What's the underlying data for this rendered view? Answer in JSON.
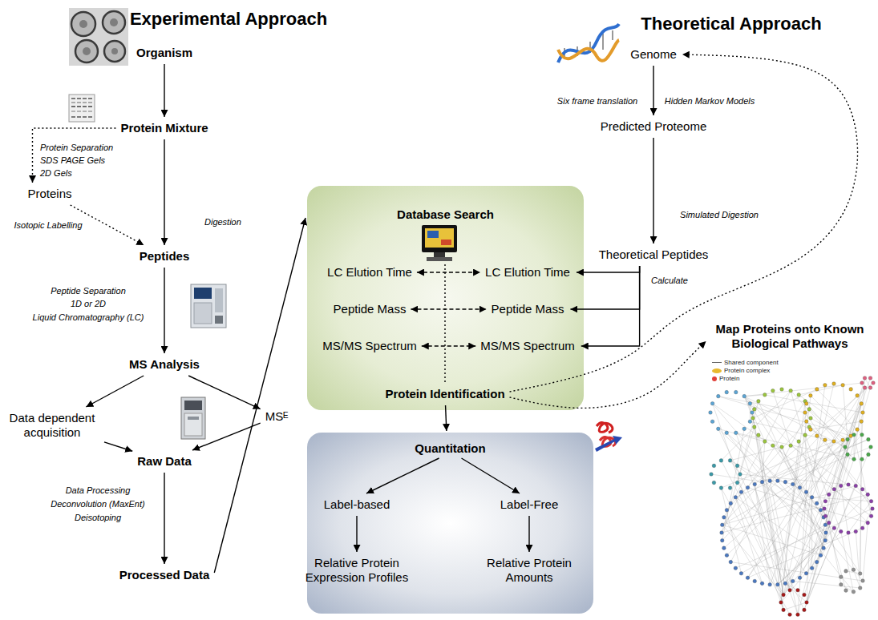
{
  "diagram": {
    "nodes": [
      {
        "text": [
          "Organism"
        ]
      },
      {
        "text": [
          "Protein Mixture"
        ]
      },
      {
        "text": [
          "Proteins"
        ]
      },
      {
        "text": [
          "Peptides"
        ]
      },
      {
        "text": [
          "MS Analysis"
        ]
      },
      {
        "text": [
          "Data dependent acquisition"
        ]
      },
      {
        "text": [
          "MSᴱ"
        ]
      },
      {
        "text": [
          "Raw Data"
        ]
      },
      {
        "text": [
          "Processed Data"
        ]
      },
      {
        "text": [
          "Database Search"
        ]
      },
      {
        "text": [
          "LC Elution Time"
        ],
        "in": 9
      },
      {
        "text": [
          "LC Elution Time"
        ],
        "in": 9
      },
      {
        "text": [
          "Peptide Mass"
        ],
        "in": 9
      },
      {
        "text": [
          "Peptide Mass"
        ],
        "in": 9
      },
      {
        "text": [
          "MS/MS Spectrum"
        ],
        "in": 9
      },
      {
        "text": [
          "MS/MS Spectrum"
        ],
        "in": 9
      },
      {
        "text": [
          "Protein Identification"
        ],
        "in": 9
      },
      {
        "text": [
          "Quantitation"
        ]
      },
      {
        "text": [
          "Label-based"
        ],
        "in": 17
      },
      {
        "text": [
          "Label-Free"
        ],
        "in": 17
      },
      {
        "text": [
          "Relative Protein Expression Profiles"
        ],
        "in": 17
      },
      {
        "text": [
          "Relative Protein Amounts"
        ],
        "in": 17
      },
      {
        "text": [
          "Genome"
        ]
      },
      {
        "text": [
          "Predicted Proteome"
        ]
      },
      {
        "text": [
          "Theoretical Peptides"
        ]
      },
      {
        "text": [
          "Map Proteins onto Known Biological Pathways"
        ]
      }
    ],
    "edges": [
      {
        "from": 0,
        "to": 1,
        "arrow": "to"
      },
      {
        "from": 1,
        "to": 2,
        "arrow": "to"
      },
      {
        "from": 2,
        "to": 3,
        "arrow": "to"
      },
      {
        "from": 1,
        "to": 3,
        "arrow": "to"
      },
      {
        "from": 3,
        "to": 4,
        "arrow": "to"
      },
      {
        "from": 4,
        "to": 5,
        "arrow": "to"
      },
      {
        "from": 4,
        "to": 6,
        "arrow": "to"
      },
      {
        "from": 5,
        "to": 7,
        "arrow": "to"
      },
      {
        "from": 6,
        "to": 7,
        "arrow": "to"
      },
      {
        "from": 7,
        "to": 8,
        "arrow": "to"
      },
      {
        "from": 8,
        "to": 9,
        "arrow": "to"
      },
      {
        "from": 10,
        "to": 11,
        "arrow": "both"
      },
      {
        "from": 12,
        "to": 13,
        "arrow": "both"
      },
      {
        "from": 14,
        "to": 15,
        "arrow": "both"
      },
      {
        "from": 9,
        "to": 16,
        "arrow": "none"
      },
      {
        "from": 16,
        "to": 17,
        "arrow": "to"
      },
      {
        "from": 17,
        "to": 18,
        "arrow": "to"
      },
      {
        "from": 17,
        "to": 19,
        "arrow": "to"
      },
      {
        "from": 18,
        "to": 20,
        "arrow": "to"
      },
      {
        "from": 19,
        "to": 21,
        "arrow": "to"
      },
      {
        "from": 22,
        "to": 23,
        "arrow": "to"
      },
      {
        "from": 23,
        "to": 24,
        "arrow": "to"
      },
      {
        "from": 24,
        "to": 11,
        "arrow": "to"
      },
      {
        "from": 24,
        "to": 13,
        "arrow": "to"
      },
      {
        "from": 24,
        "to": 15,
        "arrow": "to"
      },
      {
        "from": 16,
        "to": 22,
        "arrow": "to"
      },
      {
        "from": 16,
        "to": 25,
        "arrow": "to"
      }
    ],
    "labels": [
      "Experimental Approach",
      "Theoretical Approach",
      "Protein Separation",
      "SDS PAGE Gels",
      "2D Gels",
      "Isotopic Labelling",
      "Digestion",
      "Peptide Separation",
      "1D or 2D",
      "Liquid Chromatography (LC)",
      "Data Processing",
      "Deconvolution (MaxEnt)",
      "Deisotoping",
      "Six frame translation",
      "Hidden Markov Models",
      "Simulated Digestion",
      "Calculate"
    ],
    "legend": [
      {
        "text": "Shared component"
      },
      {
        "text": "Protein complex",
        "color": "#e8b92e"
      },
      {
        "text": "Protein",
        "color": "#e0403a"
      }
    ]
  }
}
